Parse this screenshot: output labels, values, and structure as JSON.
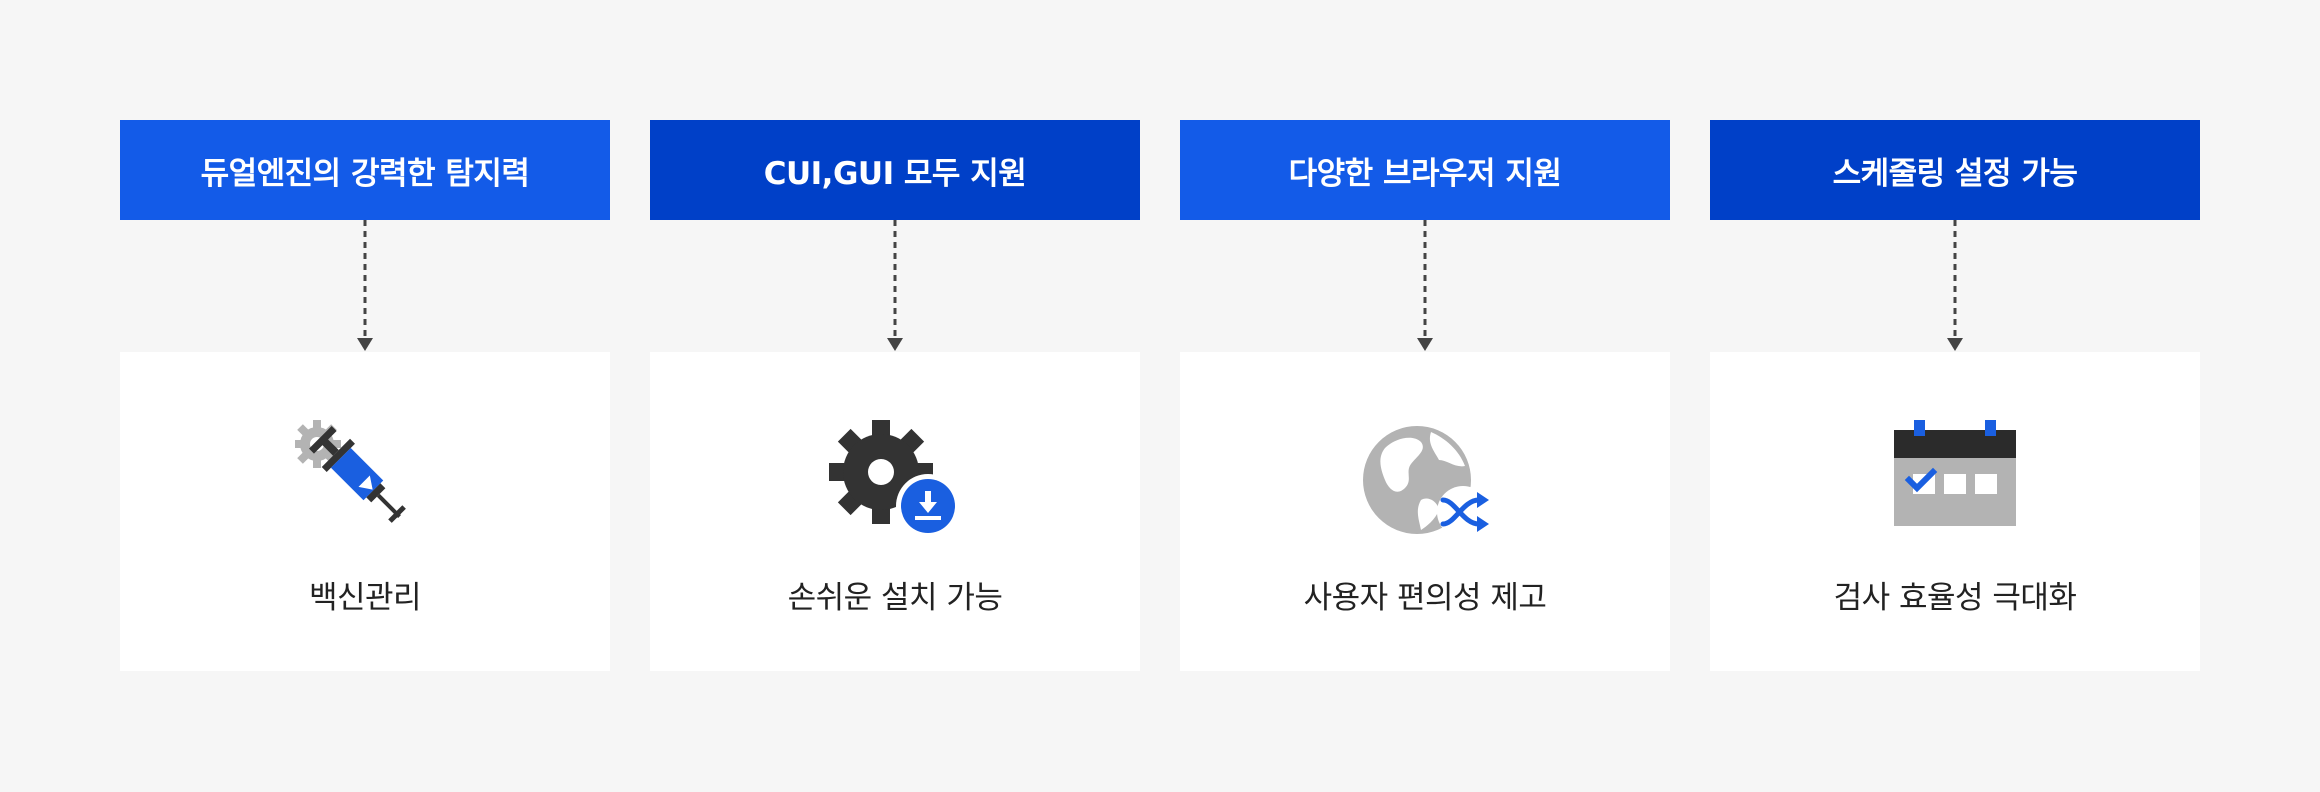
{
  "colors": {
    "header_light": "#135be8",
    "header_dark": "#0040c8",
    "card_bg": "#ffffff",
    "page_bg": "#f6f6f6",
    "connector": "#444444",
    "icon_blue": "#1a5fe0",
    "icon_gray": "#b3b3b3",
    "icon_dark": "#333333"
  },
  "features": [
    {
      "header": "듀얼엔진의 강력한 탐지력",
      "label": "백신관리",
      "icon": "vaccine-syringe-icon"
    },
    {
      "header": "CUI,GUI 모두 지원",
      "label": "손쉬운 설치 가능",
      "icon": "gear-install-icon"
    },
    {
      "header": "다양한 브라우저 지원",
      "label": "사용자 편의성 제고",
      "icon": "globe-shuffle-icon"
    },
    {
      "header": "스케줄링 설정 가능",
      "label": "검사 효율성 극대화",
      "icon": "calendar-check-icon"
    }
  ]
}
